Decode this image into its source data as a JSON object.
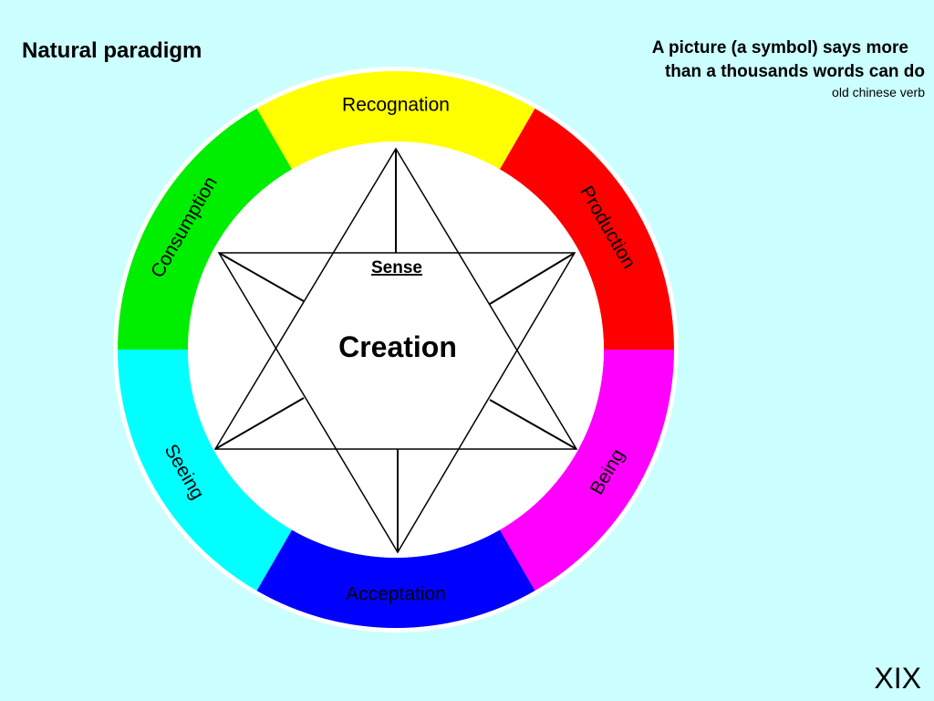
{
  "header": {
    "title": "Natural paradigm",
    "quote_line1": "A picture (a symbol) says more",
    "quote_line2": "than a thousands words can do",
    "quote_source": "old chinese verb"
  },
  "diagram": {
    "center_label": "Creation",
    "inner_label": "Sense",
    "segments": [
      {
        "label": "Recognation",
        "color": "#ffff00"
      },
      {
        "label": "Production",
        "color": "#ff0000"
      },
      {
        "label": "Being",
        "color": "#ff00ff"
      },
      {
        "label": "Acceptation",
        "color": "#0000ff"
      },
      {
        "label": "Seeing",
        "color": "#00ffff"
      },
      {
        "label": "Consumption",
        "color": "#00ee00"
      }
    ]
  },
  "footer": {
    "slide_number": "XIX"
  }
}
